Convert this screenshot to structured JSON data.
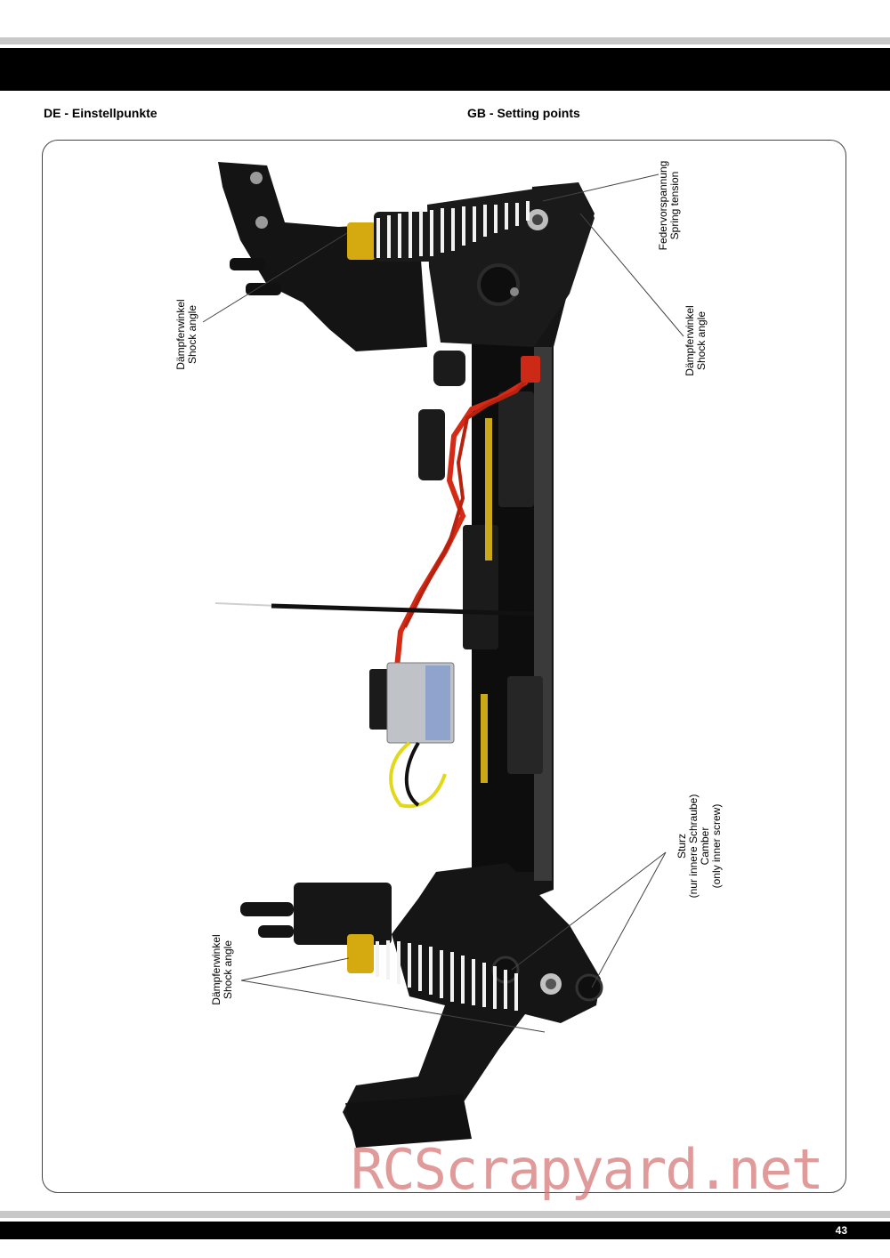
{
  "headings": {
    "de": "DE - Einstellpunkte",
    "gb": "GB - Setting points"
  },
  "labels": {
    "spring": {
      "de": "Federvorspannung",
      "gb": "Spring tension"
    },
    "shock_top_left": {
      "de": "Dämpferwinkel",
      "gb": "Shock angle"
    },
    "shock_top_right": {
      "de": "Dämpferwinkel",
      "gb": "Shock angle"
    },
    "shock_bottom_left": {
      "de": "Dämpferwinkel",
      "gb": "Shock angle"
    },
    "camber": {
      "line1": "Sturz",
      "line2": "(nur innere Schraube)",
      "line3": "Camber",
      "line4": "(only inner screw)"
    }
  },
  "watermark": "RCScrapyard.net",
  "page_number": "43",
  "colors": {
    "chassis": "#111111",
    "wire_red": "#d42a16",
    "shock_gold": "#d4aa10",
    "spring_white": "#f2f2f2",
    "watermark": "#d67878"
  }
}
